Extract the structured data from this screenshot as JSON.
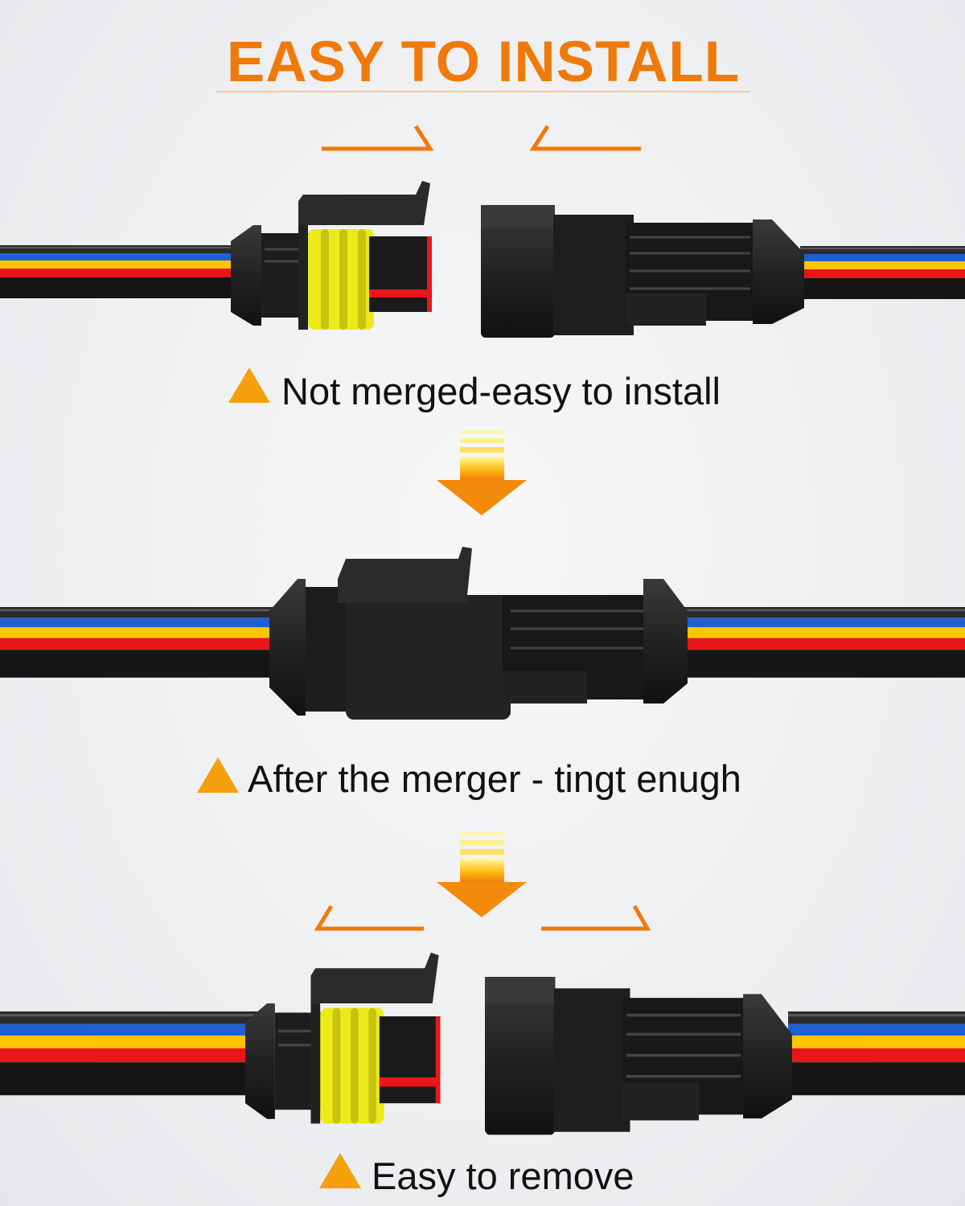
{
  "title": "EASY TO INSTALL",
  "steps": [
    {
      "caption": "Not merged-easy to install",
      "icon": "warning-triangle-icon"
    },
    {
      "caption": "After the merger - tingt enugh",
      "icon": "warning-triangle-icon"
    },
    {
      "caption": "Easy to remove",
      "icon": "warning-triangle-icon"
    }
  ],
  "colors": {
    "accent": "#ef7a0a",
    "triangle": "#f5a00d",
    "wire_blue": "#1f5fd0",
    "wire_yellow": "#ffc400",
    "wire_red": "#e8161a",
    "wire_black": "#1a1a1a",
    "seal_yellow": "#ecea1a"
  }
}
